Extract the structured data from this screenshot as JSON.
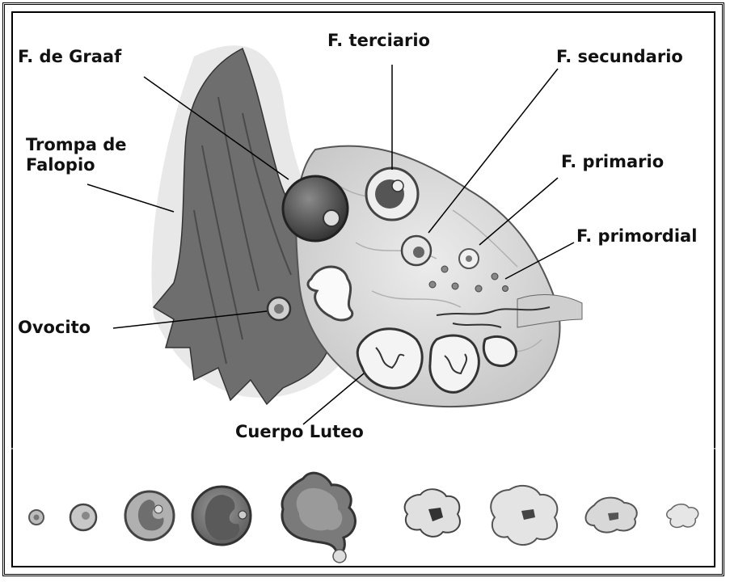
{
  "labels": {
    "graaf": "F. de Graaf",
    "terciario": "F. terciario",
    "secundario": "F. secundario",
    "trompa_line1": "Trompa de",
    "trompa_line2": "Falopio",
    "primario": "F. primario",
    "primordial": "F. primordial",
    "ovocito": "Ovocito",
    "cuerpo_luteo": "Cuerpo Luteo"
  },
  "colors": {
    "ink": "#111111",
    "tube_dark": "#6e6e6e",
    "tube_light": "#bdbdbd",
    "ovary": "#d9d9d9",
    "follicle_dark": "#555555",
    "luteum": "#e6e6e6"
  }
}
